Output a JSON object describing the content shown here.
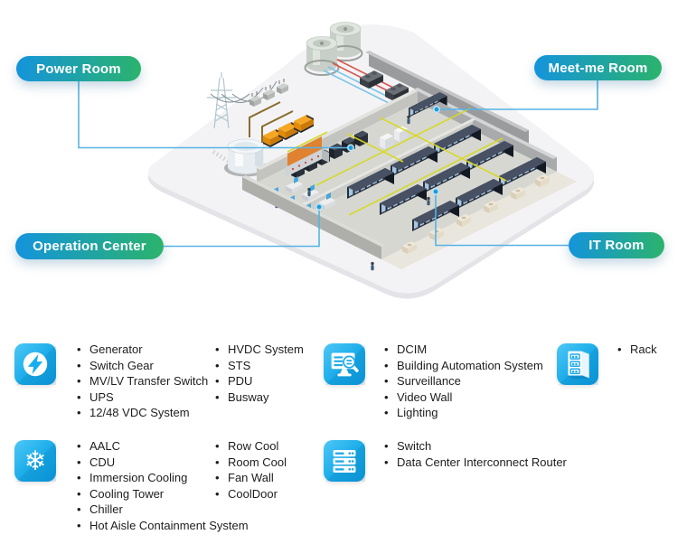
{
  "rooms": {
    "power": "Power Room",
    "meetme": "Meet-me Room",
    "operation": "Operation Center",
    "it": "IT Room"
  },
  "colors": {
    "pill_gradient_start": "#1494dc",
    "pill_gradient_end": "#2bb36c",
    "connector_blue": "#56b3e5",
    "tile_blue": "#18abe9",
    "text_dark": "#1d1d1d"
  },
  "icons": {
    "power": "lightning-bolt",
    "management": "monitor-magnifier",
    "rack": "server-rack",
    "cooling": "snowflake",
    "network": "server-stack",
    "snowflake_glyph": "❄"
  },
  "legend": {
    "groups": [
      {
        "id": "power",
        "icon": "lightning-icon",
        "columns": [
          [
            "Generator",
            "Switch Gear",
            "MV/LV Transfer Switch",
            "UPS",
            "12/48 VDC System"
          ],
          [
            "HVDC System",
            "STS",
            "PDU",
            "Busway"
          ]
        ]
      },
      {
        "id": "management",
        "icon": "monitor-search-icon",
        "columns": [
          [
            "DCIM",
            "Building Automation System",
            "Surveillance",
            "Video Wall",
            "Lighting"
          ]
        ]
      },
      {
        "id": "rack",
        "icon": "rack-icon",
        "columns": [
          [
            "Rack"
          ]
        ]
      },
      {
        "id": "cooling",
        "icon": "snowflake-icon",
        "columns": [
          [
            "AALC",
            "CDU",
            "Immersion Cooling",
            "Cooling Tower",
            "Chiller",
            "Hot Aisle Containment System"
          ],
          [
            "Row Cool",
            "Room Cool",
            "Fan Wall",
            "CoolDoor"
          ]
        ]
      },
      {
        "id": "network",
        "icon": "servers-icon",
        "columns": [
          [
            "Switch",
            "Data Center Interconnect Router"
          ]
        ]
      }
    ]
  }
}
